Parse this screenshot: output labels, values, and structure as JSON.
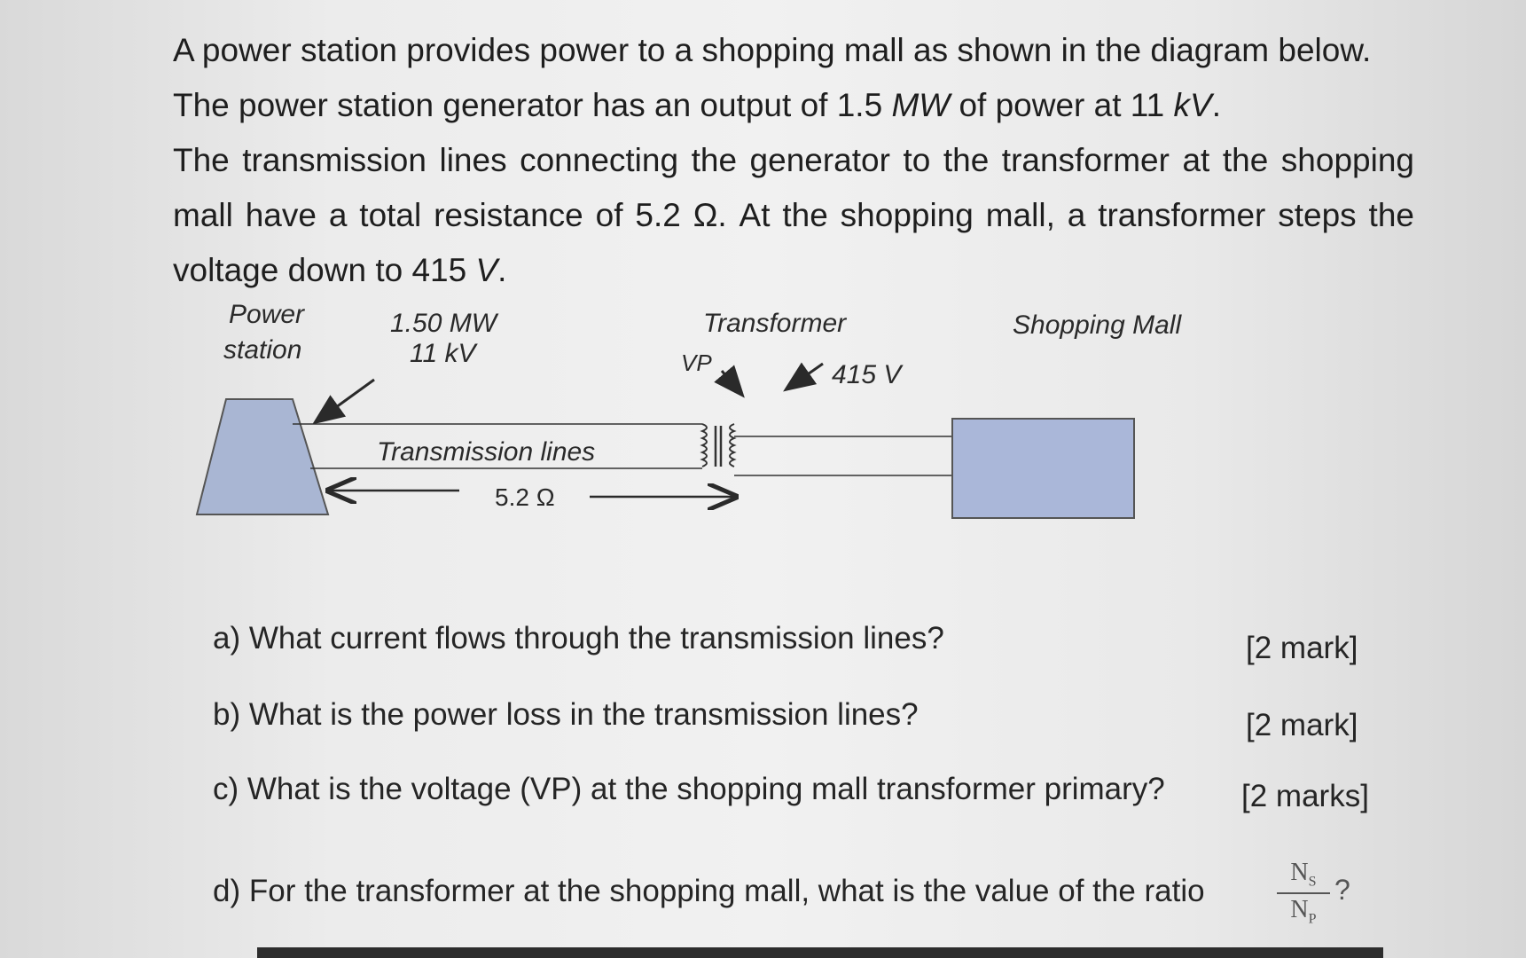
{
  "intro": {
    "line1": "A power station provides power to a shopping mall as shown in the diagram below.",
    "line2_pre": "The power station generator has an output of 1.5 ",
    "line2_unit1": "MW",
    "line2_mid": " of power at 11 ",
    "line2_unit2": "kV",
    "line2_end": ".",
    "line3": "The transmission lines connecting the generator to the transformer at the shopping mall have a total resistance of 5.2 Ω.  At the shopping mall, a transformer steps the voltage down to 415 ",
    "line3_unit": "V",
    "line3_end": "."
  },
  "diagram": {
    "power_station_label_1": "Power",
    "power_station_label_2": "station",
    "output_power": "1.50 MW",
    "output_voltage": "11 kV",
    "transformer_label": "Transformer",
    "vp_label": "VP",
    "secondary_voltage": "415 V",
    "mall_label": "Shopping Mall",
    "lines_label": "Transmission lines",
    "resistance": "5.2 Ω",
    "colors": {
      "station_fill": "#a9b6d3",
      "mall_fill": "#aab7d9",
      "line": "#2a2a2a"
    }
  },
  "questions": [
    {
      "text": "a)  What current flows through the transmission lines?",
      "marks": "[2 mark]"
    },
    {
      "text": "b)  What is the power loss in the transmission lines?",
      "marks": "[2 mark]"
    },
    {
      "text": "c)  What is the voltage (VP) at the shopping mall transformer primary?",
      "marks": "[2 marks]"
    },
    {
      "text": "d)  For the transformer at the shopping mall, what is the value of the ratio",
      "marks": ""
    }
  ],
  "ratio": {
    "numerator": "N",
    "numerator_sub": "S",
    "denominator": "N",
    "denominator_sub": "P",
    "suffix": "?"
  }
}
